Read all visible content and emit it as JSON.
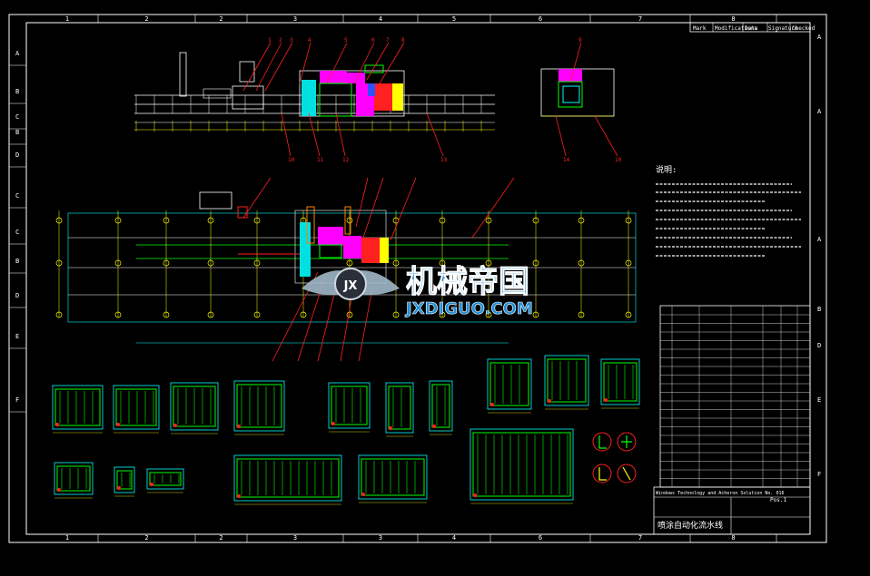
{
  "colors": {
    "background": "#000000",
    "border": "#ffffff",
    "equipment_line": "#00ff00",
    "wall_line": "#00ffff",
    "leader_line": "#ff2020",
    "dimension_line": "#ffff00",
    "booth_magenta": "#ff00ff",
    "booth_cyan": "#00e0e0",
    "booth_red": "#ff2020",
    "booth_blue": "#3050ff",
    "booth_yellow": "#ffff00",
    "watermark_blue": "#1f8fd8"
  },
  "frame": {
    "column_numbers_top": [
      "1",
      "2",
      "2",
      "3",
      "4",
      "5",
      "6",
      "7",
      "8"
    ],
    "column_numbers_bottom": [
      "1",
      "2",
      "2",
      "3",
      "3",
      "4",
      "6",
      "7",
      "8"
    ],
    "row_letters_left": [
      "A",
      "B",
      "C",
      "B",
      "D",
      "C",
      "C",
      "B",
      "D",
      "E",
      "F"
    ],
    "row_letters_right": [
      "A",
      "A",
      "A",
      "B",
      "D",
      "E",
      "F"
    ]
  },
  "revision_header": [
    "Mark",
    "Modifications",
    "Date",
    "Signature",
    "Checked"
  ],
  "notes": {
    "title": "说明:"
  },
  "title_block": {
    "description": "Windows Technology and Acheron Solution No. 016",
    "title": "喷涂自动化流水线",
    "sheet": "Pos.1"
  },
  "watermark": {
    "cn": "机械帝国",
    "en": "JXDIGUO.COM",
    "emblem": "JX"
  },
  "diagram": {
    "callouts_top": [
      "1",
      "2",
      "3",
      "4",
      "5",
      "6",
      "7",
      "8",
      "9"
    ],
    "callouts_bottom": [
      "10",
      "11",
      "12",
      "13",
      "14"
    ]
  }
}
